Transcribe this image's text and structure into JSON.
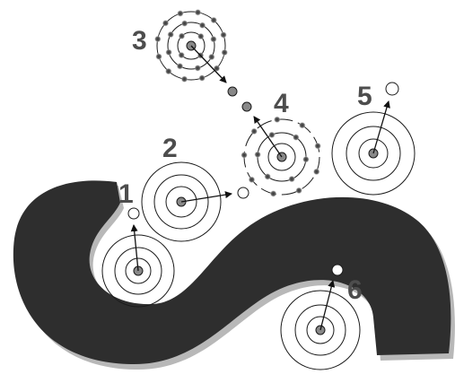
{
  "colors": {
    "background": "#ffffff",
    "ribbon": "#2e2e2e",
    "ribbon_shadow": "#b8b8b8",
    "orbit": "#1a1a1a",
    "nucleus_fill": "#888888",
    "particle": "#555555",
    "label": "#4d4d4d",
    "arrow": "#111111"
  },
  "diagram": {
    "steps": [
      {
        "label": "1",
        "icon": "atom-with-emitted-particle"
      },
      {
        "label": "2",
        "icon": "atom-with-emitted-particle"
      },
      {
        "label": "3",
        "icon": "ionized-atom-particle-cloud"
      },
      {
        "label": "4",
        "icon": "ionized-atom-particle-cloud"
      },
      {
        "label": "5",
        "icon": "atom-with-emitted-particle"
      },
      {
        "label": "6",
        "icon": "atom-with-emitted-particle"
      }
    ]
  }
}
